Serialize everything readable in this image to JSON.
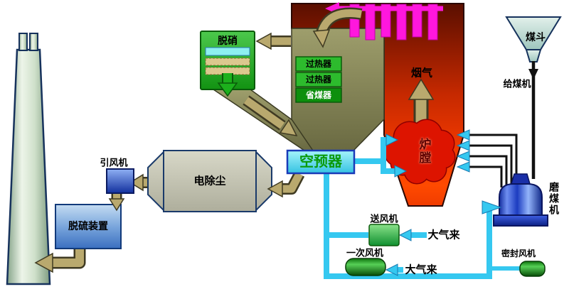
{
  "diagram": {
    "labels": {
      "denox": "脱硝",
      "superheater_1": "过热器",
      "superheater_2": "过热器",
      "economizer": "省煤器",
      "flue_gas": "烟气",
      "furnace": "炉膛",
      "air_preheater": "空预器",
      "esp": "电除尘",
      "id_fan": "引风机",
      "fgd": "脱硫装置",
      "coal_hopper": "煤斗",
      "coal_feeder": "给煤机",
      "coal_mill": "磨煤机",
      "fd_fan": "送风机",
      "air_inlet_1": "大气来",
      "pa_fan": "一次风机",
      "air_inlet_2": "大气来",
      "seal_fan": "密封风机"
    },
    "colors": {
      "flue_gas_duct": "#b9a96e",
      "air_pipe": "#35c8f0",
      "furnace_fire": "#ff4a00",
      "boiler_top": "#5a0f00",
      "rear_pass": "#8a8a58",
      "pendant_tubes": "#ff17dd",
      "equipment_green": "#2dbb2d",
      "fan_blue": "#1c3cb0",
      "fgd_blue": "#3a6fc0"
    }
  }
}
